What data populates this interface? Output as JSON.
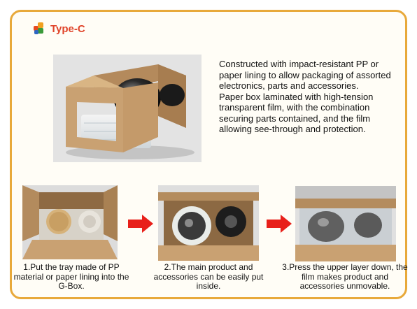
{
  "header": {
    "title": "Type-C",
    "logo_icon": "colored-blocks-icon"
  },
  "description": {
    "paragraph_1": "Constructed with impact-resistant PP or paper lining to allow packaging of assorted electronics, parts and accessories.",
    "paragraph_2": "Paper box laminated with high-tension transparent film, with the combination securing parts contained, and the film allowing see-through and protection."
  },
  "steps": [
    {
      "caption": "1.Put the tray made of PP material or paper lining into the G-Box."
    },
    {
      "caption": "2.The main product and accessories can be easily put inside."
    },
    {
      "caption": "3.Press the upper layer down, the film makes product and accessories unmovable."
    }
  ],
  "colors": {
    "border": "#e8a93a",
    "title": "#e0442a",
    "arrow": "#e8201a",
    "cardboard": "#c9a172"
  }
}
